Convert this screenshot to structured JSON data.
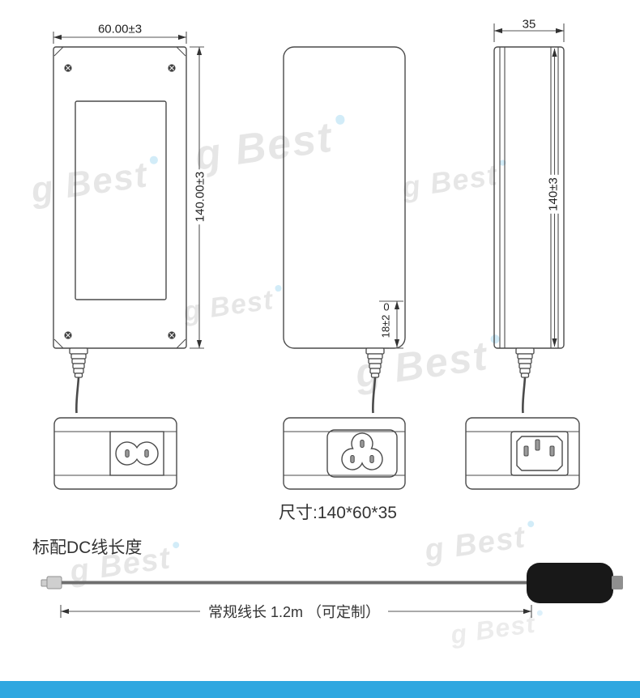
{
  "views": {
    "front": {
      "width_dim": "60.00±3",
      "height_dim": "140.00±3"
    },
    "middle": {
      "dim_prefix": "0",
      "cable_dim": "18±2"
    },
    "side": {
      "width_dim": "35",
      "height_dim": "140±3"
    }
  },
  "size_label": "尺寸:140*60*35",
  "dc_cable": {
    "title": "标配DC线长度",
    "length_label": "常规线长 1.2m （可定制）"
  },
  "watermark": {
    "text": "g Best"
  },
  "colors": {
    "accent_bar": "#2EA7E0",
    "drawing_line": "#4a4a4a"
  }
}
